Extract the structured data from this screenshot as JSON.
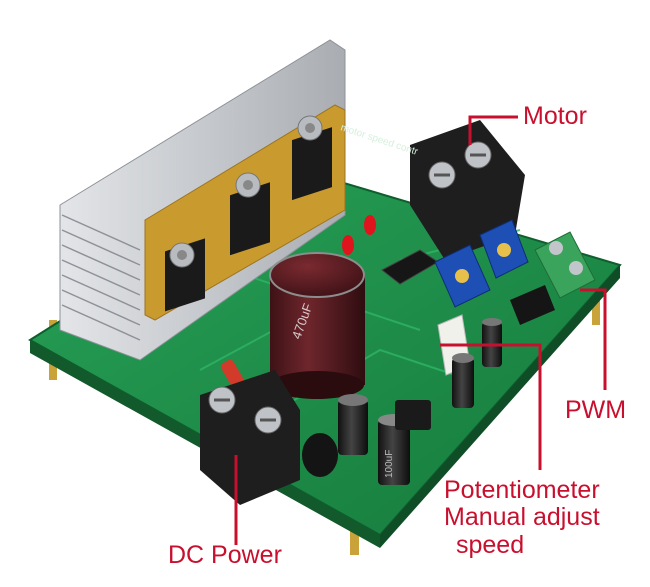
{
  "labels": {
    "motor": "Motor",
    "pwm": "PWM",
    "potentiometer": "Potentiometer",
    "manual_adjust": "Manual adjust",
    "speed": "speed",
    "dc_power": "DC Power"
  },
  "board_silkscreen": {
    "cap_main": "470uF",
    "cap_small": "100uF",
    "print_top": "motor speed contr"
  },
  "colors": {
    "label": "#c8102e",
    "pcb": "#1f8f4a",
    "heatsink": "#c9ccd0",
    "insulator": "#c99a2e",
    "terminal": "#1e1e1e",
    "trimpot": "#1d4fb5",
    "pwm_terminal": "#3aa35c",
    "capacitor": "#5a1d22"
  }
}
